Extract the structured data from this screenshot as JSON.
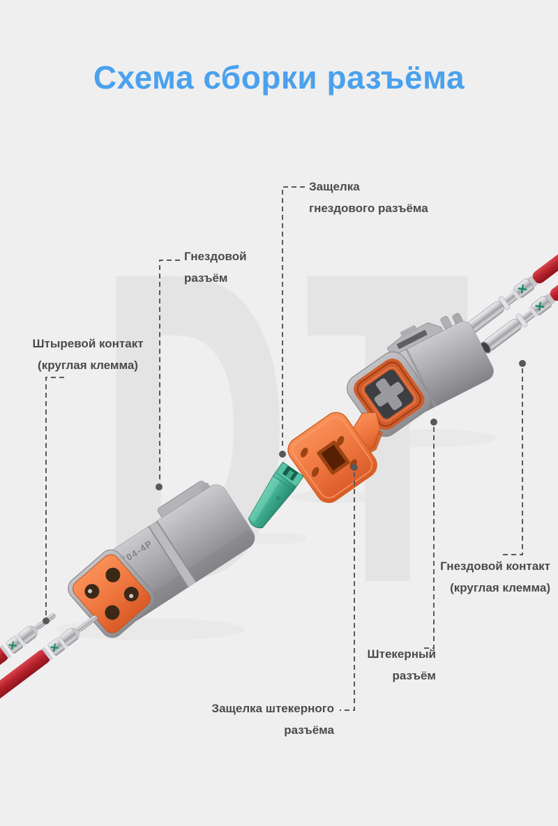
{
  "title": "Схема сборки разъёма",
  "watermark": "DT",
  "labels": {
    "socket_wedge": {
      "line1": "Защелка",
      "line2": "гнездового разъёма"
    },
    "socket_connector": {
      "line1": "Гнездовой",
      "line2": "разъём"
    },
    "pin_contact": {
      "line1": "Штыревой контакт",
      "line2": "(круглая клемма)"
    },
    "socket_contact": {
      "line1": "Гнездовой контакт",
      "line2": "(круглая клемма)"
    },
    "plug_connector": {
      "line1": "Штекерный",
      "line2": "разъём"
    },
    "plug_wedge": {
      "line1": "Защелка штекерного",
      "line2": "разъёма"
    }
  },
  "parts": {
    "plug_connector_marking": "DT04-4P"
  },
  "colors": {
    "background": "#efefef",
    "title_blue": "#4aa1ee",
    "label_text": "#4a4a4a",
    "leader_gray": "#58585c",
    "watermark_gray": "#e4e4e4",
    "connector_gray": "#ababaf",
    "seal_orange": "#cf5d2b",
    "wedge_orange": "#ef7740",
    "wedge_green": "#3dab8d",
    "wire_red": "#b5212b",
    "contact_silver": "#cfcfd4"
  }
}
